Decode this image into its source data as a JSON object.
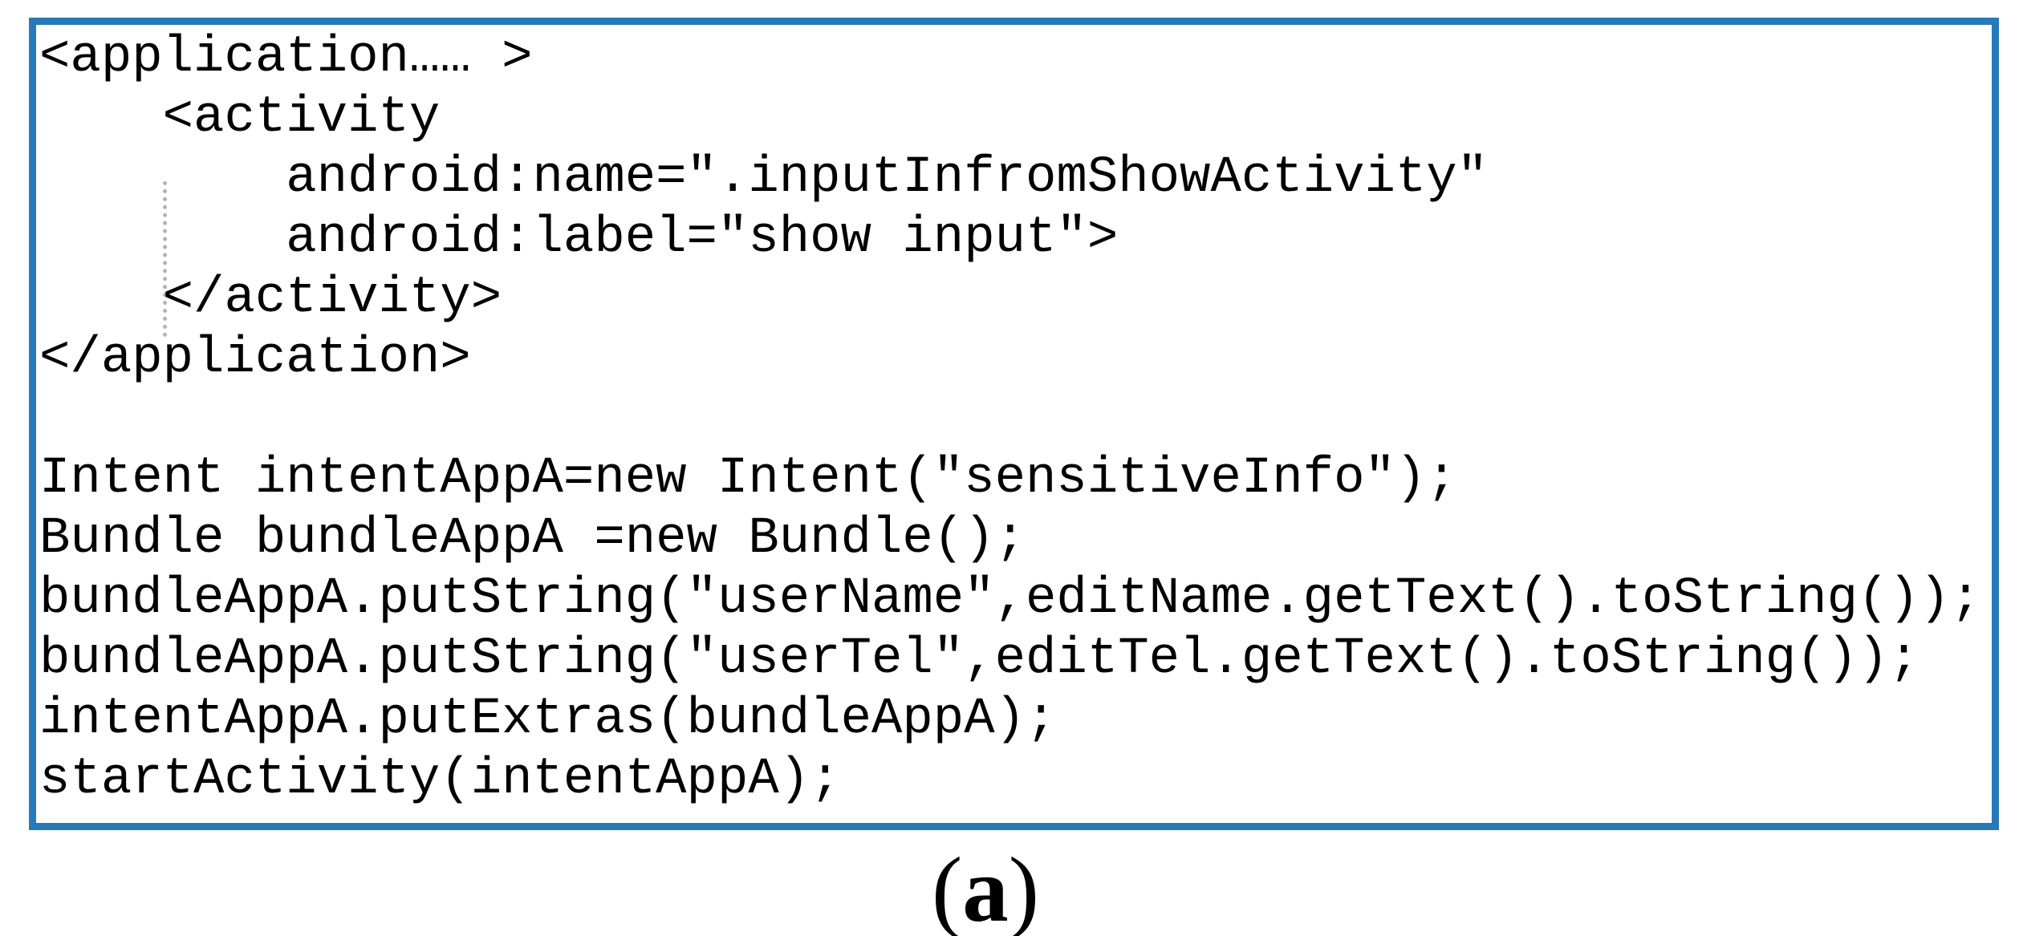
{
  "figure": {
    "code_box": {
      "border_color": "#2879b8",
      "language": "android-manifest-xml-and-java",
      "lines": [
        "<application…… >",
        "    <activity",
        "        android:name=\".inputInfromShowActivity\"",
        "        android:label=\"show input\">",
        "    </activity>",
        "</application>",
        "",
        "Intent intentAppA=new Intent(\"sensitiveInfo\");",
        "Bundle bundleAppA =new Bundle();",
        "bundleAppA.putString(\"userName\",editName.getText().toString());",
        "bundleAppA.putString(\"userTel\",editTel.getText().toString());",
        "intentAppA.putExtras(bundleAppA);",
        "startActivity(intentAppA);"
      ]
    },
    "caption": {
      "open": "(",
      "letter": "a",
      "close": ")"
    }
  }
}
